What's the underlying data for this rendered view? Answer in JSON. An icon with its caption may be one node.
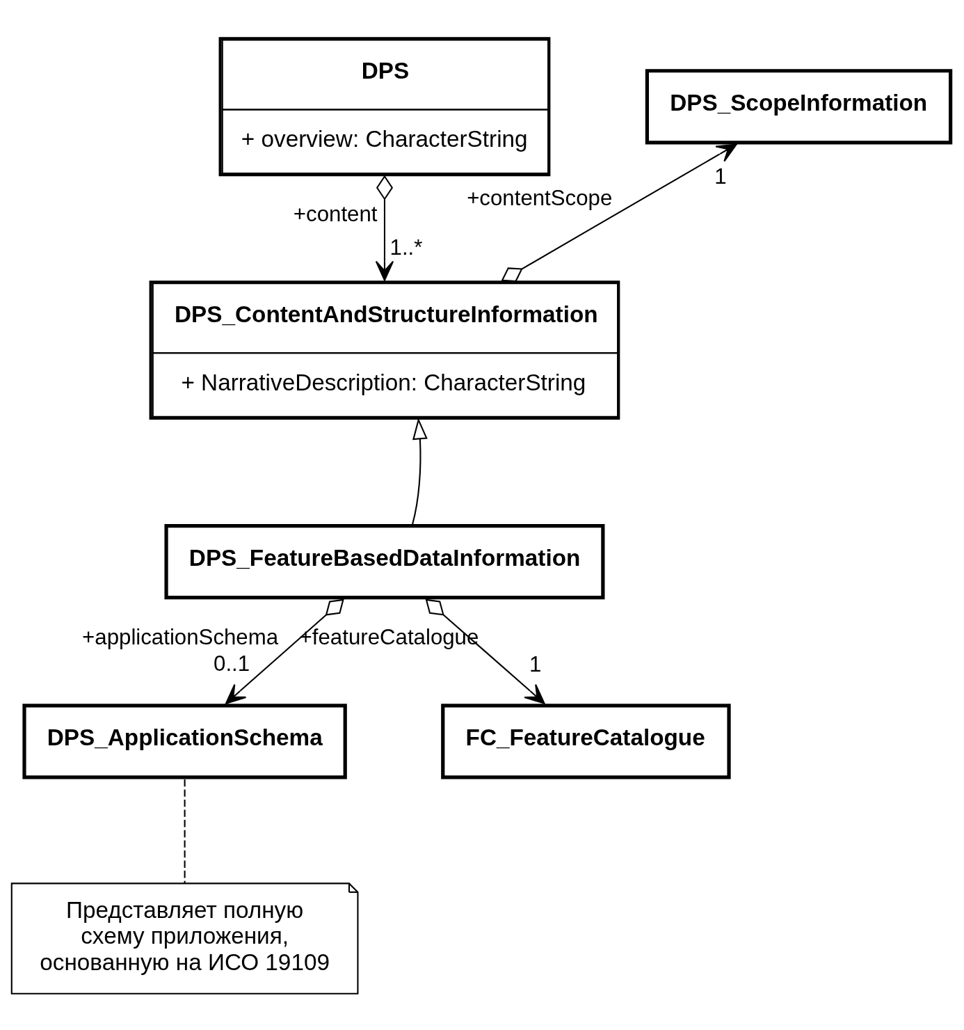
{
  "diagram": {
    "nodes": [
      {
        "text": [
          "DPS",
          "+ overview: CharacterString"
        ]
      },
      {
        "text": [
          "DPS_ScopeInformation"
        ]
      },
      {
        "text": [
          "DPS_ContentAndStructureInformation",
          "+ NarrativeDescription: CharacterString"
        ]
      },
      {
        "text": [
          "DPS_FeatureBasedDataInformation"
        ]
      },
      {
        "text": [
          "DPS_ApplicationSchema"
        ]
      },
      {
        "text": [
          "FC_FeatureCatalogue"
        ]
      },
      {
        "text": [
          "Представляет полную схему приложения, основанную на ИСО 19109"
        ]
      }
    ],
    "edges": [
      {
        "from": 0,
        "to": 2,
        "arrow": "to",
        "label": "+content"
      },
      {
        "from": 2,
        "to": 1,
        "arrow": "to",
        "label": "+contentScope"
      },
      {
        "from": 3,
        "to": 2,
        "arrow": "to"
      },
      {
        "from": 3,
        "to": 4,
        "arrow": "to",
        "label": "+applicationSchema"
      },
      {
        "from": 3,
        "to": 5,
        "arrow": "to",
        "label": "+featureCatalogue"
      },
      {
        "from": 4,
        "to": 6,
        "arrow": "none",
        "style": "dashed"
      }
    ],
    "labels": [
      "1",
      "1..*",
      "0..1",
      "1"
    ]
  }
}
